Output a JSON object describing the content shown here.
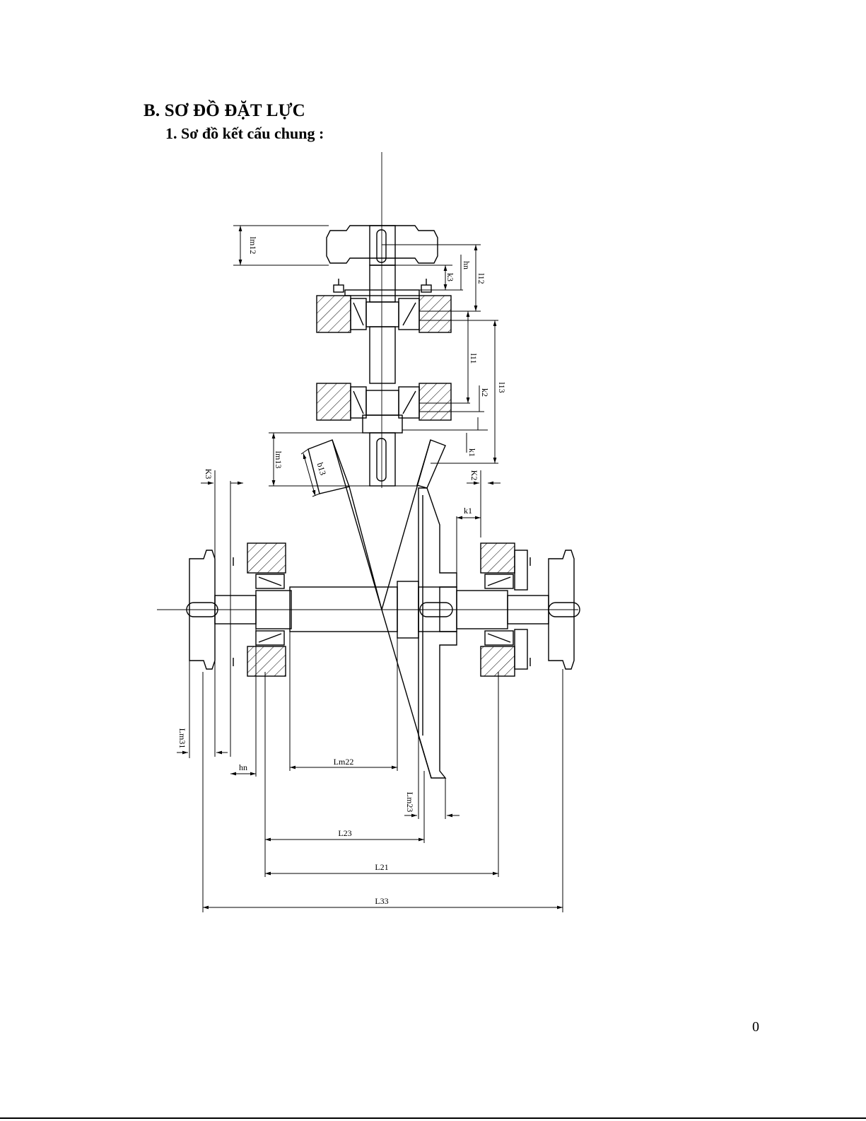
{
  "heading": "B. SƠ ĐỒ ĐẶT LỰC",
  "subheading": "1. Sơ đồ kết cấu chung :",
  "page_number": "0",
  "diagram": {
    "labels": {
      "lm12": "lm12",
      "k3_top": "k3",
      "hn_top": "hn",
      "l12": "l12",
      "l11": "l11",
      "k2_top": "k2",
      "l13": "l13",
      "k1_top": "k1",
      "lm13": "lm13",
      "b13": "b13",
      "K3": "K3",
      "K2": "K2",
      "k1_mid": "k1",
      "Lm31": "Lm31",
      "hn_bottom": "hn",
      "Lm22": "Lm22",
      "Lm23": "Lm23",
      "L23": "L23",
      "L21": "L21",
      "L33": "L33"
    }
  }
}
